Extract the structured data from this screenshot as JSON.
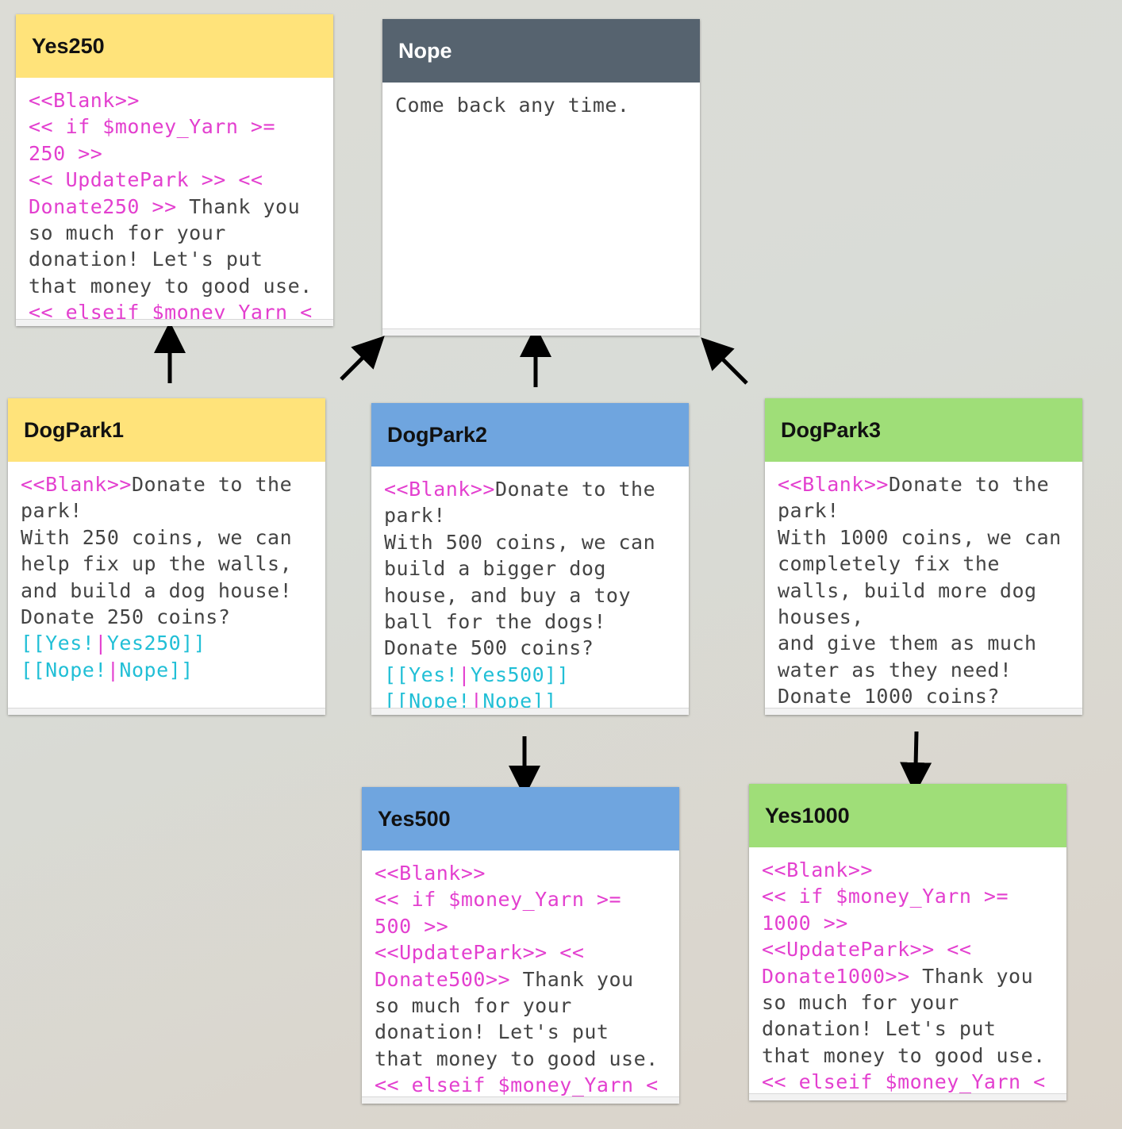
{
  "colors": {
    "yellow": "#ffe37a",
    "gray": "#56636f",
    "blue": "#6fa5df",
    "green": "#9fde78",
    "macro": "#e33fcf",
    "link": "#21bfd6",
    "text": "#444444"
  },
  "nodes": {
    "yes250": {
      "title": "Yes250",
      "lines": [
        {
          "t": "<<Blank>>",
          "s": "m"
        },
        {
          "t": "\n<< if $money_Yarn >=\n250 >>\n<< UpdatePark >> <<\nDonate250 >>",
          "s": "m"
        },
        {
          "t": " Thank you\nso much for your\ndonation! Let's put\nthat money to good use.\n",
          "s": "n"
        },
        {
          "t": "<< elseif $money_Yarn <",
          "s": "m"
        }
      ]
    },
    "nope": {
      "title": "Nope",
      "lines": [
        {
          "t": "Come back any time.",
          "s": "n"
        }
      ]
    },
    "dogpark1": {
      "title": "DogPark1",
      "lines": [
        {
          "t": "<<Blank>>",
          "s": "m"
        },
        {
          "t": "Donate to the\npark!\nWith 250 coins, we can\nhelp fix up the walls,\nand build a dog house!\nDonate 250 coins?\n",
          "s": "n"
        },
        {
          "t": "[[Yes!",
          "s": "c"
        },
        {
          "t": "|",
          "s": "m"
        },
        {
          "t": "Yes250]]\n",
          "s": "c"
        },
        {
          "t": "[[Nope!",
          "s": "c"
        },
        {
          "t": "|",
          "s": "m"
        },
        {
          "t": "Nope]]",
          "s": "c"
        }
      ]
    },
    "dogpark2": {
      "title": "DogPark2",
      "lines": [
        {
          "t": "<<Blank>>",
          "s": "m"
        },
        {
          "t": "Donate to the\npark!\nWith 500 coins, we can\nbuild a bigger dog\nhouse, and buy a toy\nball for the dogs!\nDonate 500 coins?\n",
          "s": "n"
        },
        {
          "t": "[[Yes!",
          "s": "c"
        },
        {
          "t": "|",
          "s": "m"
        },
        {
          "t": "Yes500]]\n",
          "s": "c"
        },
        {
          "t": "[[Nope!",
          "s": "c"
        },
        {
          "t": "|",
          "s": "m"
        },
        {
          "t": "Nope]]",
          "s": "c"
        }
      ]
    },
    "dogpark3": {
      "title": "DogPark3",
      "lines": [
        {
          "t": "<<Blank>>",
          "s": "m"
        },
        {
          "t": "Donate to the\npark!\nWith 1000 coins, we can\ncompletely fix the\nwalls, build more dog\nhouses,\nand give them as much\nwater as they need!\nDonate 1000 coins?",
          "s": "n"
        }
      ]
    },
    "yes500": {
      "title": "Yes500",
      "lines": [
        {
          "t": "<<Blank>>\n<< if $money_Yarn >=\n500 >>\n<<UpdatePark>> <<\nDonate500>>",
          "s": "m"
        },
        {
          "t": " Thank you\nso much for your\ndonation! Let's put\nthat money to good use.\n",
          "s": "n"
        },
        {
          "t": "<< elseif $money_Yarn <",
          "s": "m"
        }
      ]
    },
    "yes1000": {
      "title": "Yes1000",
      "lines": [
        {
          "t": "<<Blank>>\n<< if $money_Yarn >=\n1000 >>\n<<UpdatePark>> <<\nDonate1000>>",
          "s": "m"
        },
        {
          "t": " Thank you\nso much for your\ndonation! Let's put\nthat money to good use.\n",
          "s": "n"
        },
        {
          "t": "<< elseif $money_Yarn <",
          "s": "m"
        }
      ]
    }
  }
}
